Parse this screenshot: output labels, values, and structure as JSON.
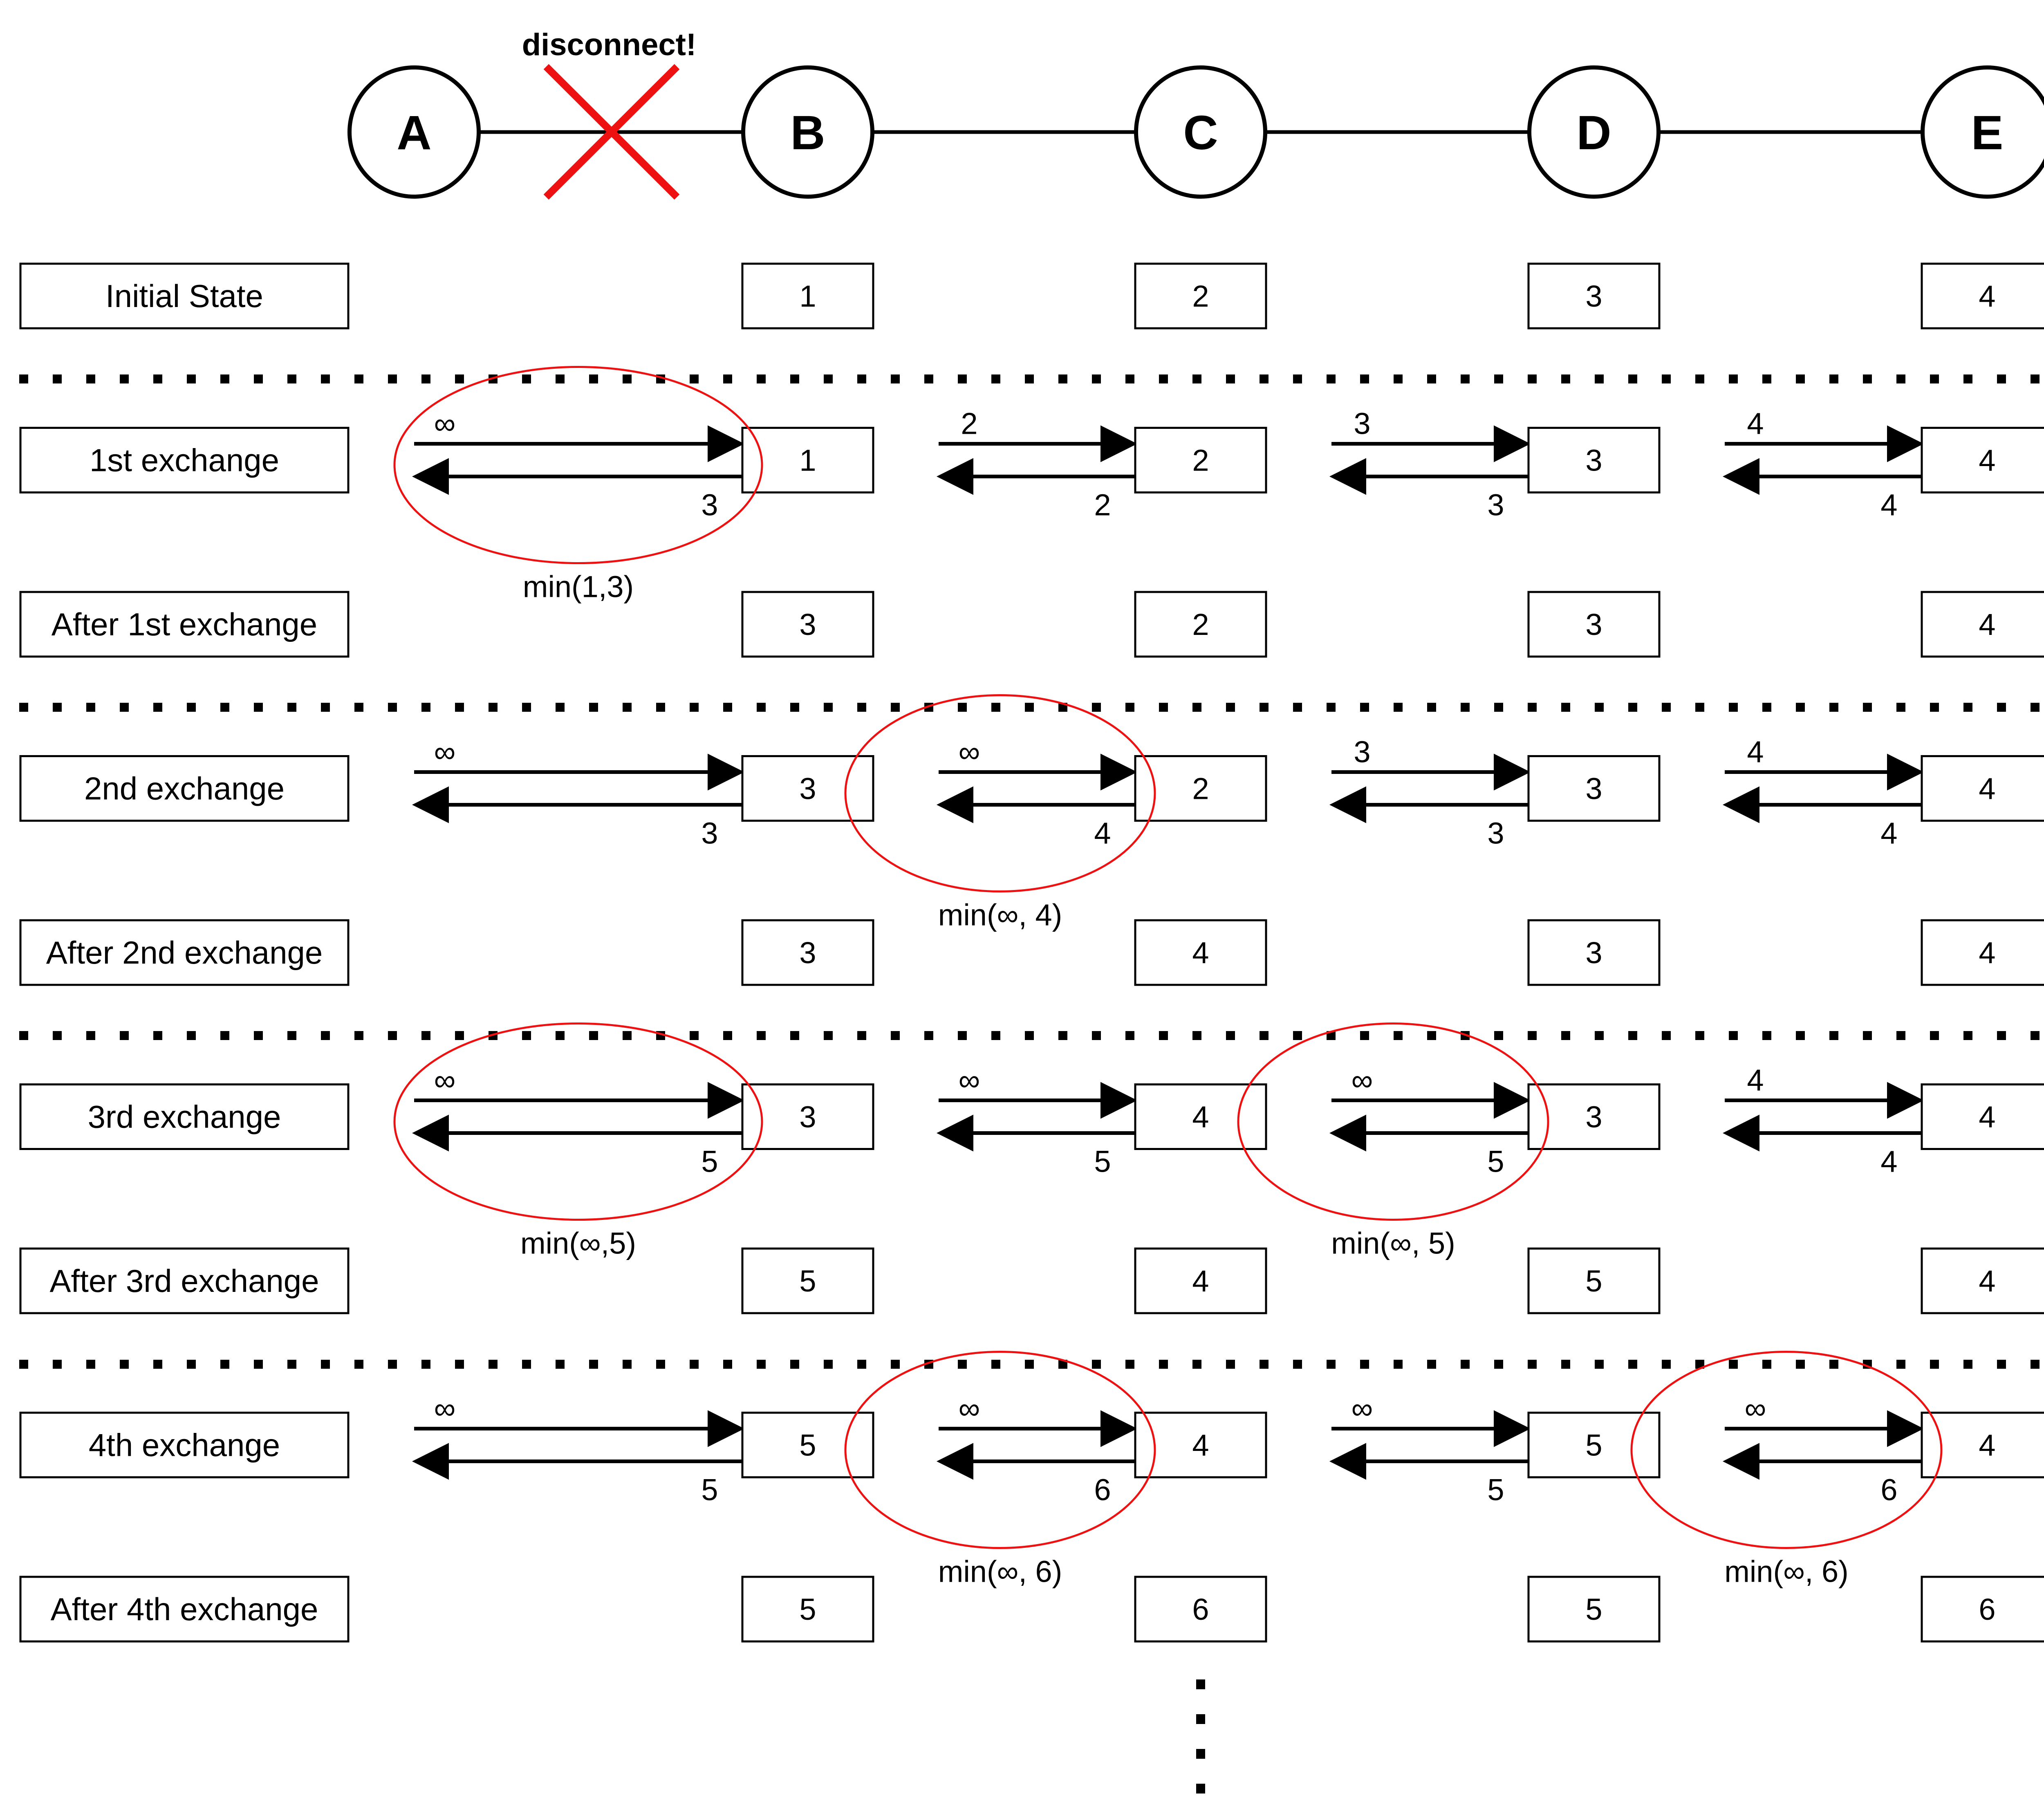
{
  "title": "disconnect!",
  "nodes": [
    "A",
    "B",
    "C",
    "D",
    "E"
  ],
  "infinity": "∞",
  "accent_red": "#ee1111",
  "rows": [
    {
      "label": "Initial State",
      "values": [
        "1",
        "2",
        "3",
        "4"
      ]
    },
    {
      "label": "1st exchange",
      "values": [
        "1",
        "2",
        "3",
        "4"
      ],
      "arrows": [
        {
          "right": "∞",
          "left": "3"
        },
        {
          "right": "2",
          "left": "2"
        },
        {
          "right": "3",
          "left": "3"
        },
        {
          "right": "4",
          "left": "4"
        }
      ],
      "highlights": [
        {
          "link": 0,
          "label": "min(1,3)"
        }
      ]
    },
    {
      "label": "After 1st exchange",
      "values": [
        "3",
        "2",
        "3",
        "4"
      ]
    },
    {
      "label": "2nd exchange",
      "values": [
        "3",
        "2",
        "3",
        "4"
      ],
      "arrows": [
        {
          "right": "∞",
          "left": "3"
        },
        {
          "right": "∞",
          "left": "4"
        },
        {
          "right": "3",
          "left": "3"
        },
        {
          "right": "4",
          "left": "4"
        }
      ],
      "highlights": [
        {
          "link": 1,
          "label": "min(∞, 4)"
        }
      ]
    },
    {
      "label": "After 2nd exchange",
      "values": [
        "3",
        "4",
        "3",
        "4"
      ]
    },
    {
      "label": "3rd exchange",
      "values": [
        "3",
        "4",
        "3",
        "4"
      ],
      "arrows": [
        {
          "right": "∞",
          "left": "5"
        },
        {
          "right": "∞",
          "left": "5"
        },
        {
          "right": "∞",
          "left": "5"
        },
        {
          "right": "4",
          "left": "4"
        }
      ],
      "highlights": [
        {
          "link": 0,
          "label": "min(∞,5)"
        },
        {
          "link": 2,
          "label": "min(∞, 5)"
        }
      ]
    },
    {
      "label": "After 3rd exchange",
      "values": [
        "5",
        "4",
        "5",
        "4"
      ]
    },
    {
      "label": "4th exchange",
      "values": [
        "5",
        "4",
        "5",
        "4"
      ],
      "arrows": [
        {
          "right": "∞",
          "left": "5"
        },
        {
          "right": "∞",
          "left": "6"
        },
        {
          "right": "∞",
          "left": "5"
        },
        {
          "right": "∞",
          "left": "6"
        }
      ],
      "highlights": [
        {
          "link": 1,
          "label": "min(∞, 6)"
        },
        {
          "link": 3,
          "label": "min(∞, 6)"
        }
      ]
    },
    {
      "label": "After 4th exchange",
      "values": [
        "5",
        "6",
        "5",
        "6"
      ]
    }
  ]
}
